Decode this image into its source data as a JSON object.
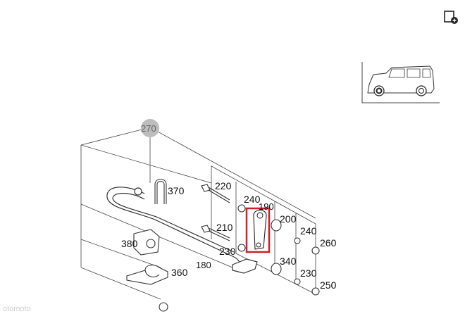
{
  "toolbar": {
    "add_note_icon": "note-add-icon"
  },
  "diagram": {
    "callouts": {
      "c270": "270",
      "c370": "370",
      "c220": "220",
      "c240a": "240",
      "c190": "190",
      "c210": "210",
      "c200": "200",
      "c240b": "240",
      "c230a": "230",
      "c260": "260",
      "c380": "380",
      "c180": "180",
      "c340": "340",
      "c230b": "230",
      "c360": "360",
      "c250": "250"
    },
    "highlight_color": "#d0202a",
    "highlighted_part": "190"
  },
  "watermark": "otomoto"
}
